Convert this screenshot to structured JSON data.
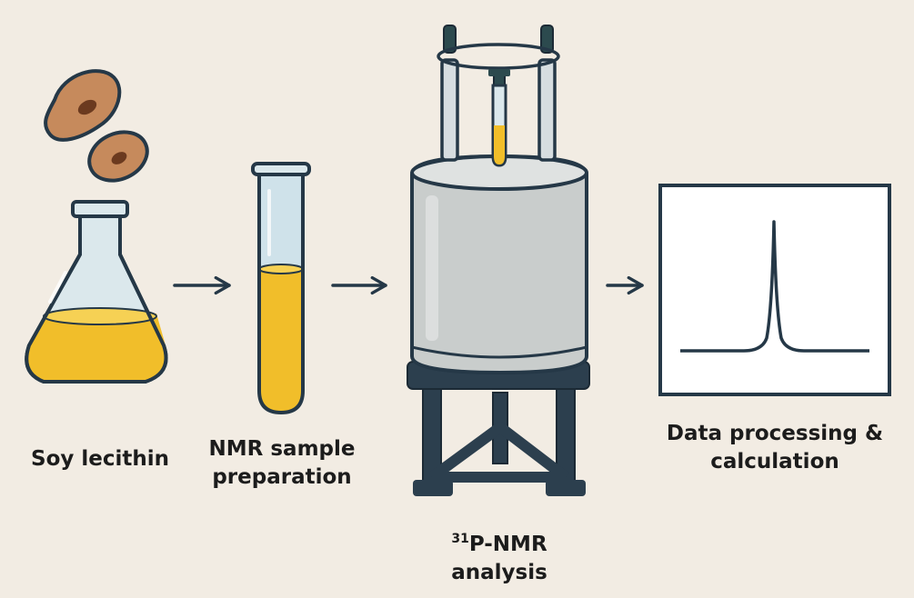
{
  "steps": [
    {
      "id": "soy-lecithin",
      "label_lines": [
        "Soy lecithin"
      ],
      "icon": "erlenmeyer-flask-with-soybeans-icon"
    },
    {
      "id": "sample-prep",
      "label_lines": [
        "NMR sample",
        "preparation"
      ],
      "icon": "test-tube-icon"
    },
    {
      "id": "nmr-analysis",
      "label_superscript": "31",
      "label_lines": [
        "P-NMR",
        "analysis"
      ],
      "icon": "nmr-spectrometer-icon"
    },
    {
      "id": "data-processing",
      "label_lines": [
        "Data processing &",
        "calculation"
      ],
      "icon": "nmr-spectrum-icon"
    }
  ],
  "arrows": [
    "right-arrow-icon",
    "right-arrow-icon",
    "right-arrow-icon"
  ],
  "colors": {
    "background": "#f2ece3",
    "outline": "#253847",
    "liquid": "#f1be2a",
    "glass": "#cfe2ea",
    "magnet_body": "#c9cdcc",
    "bean": "#c68a5c"
  }
}
